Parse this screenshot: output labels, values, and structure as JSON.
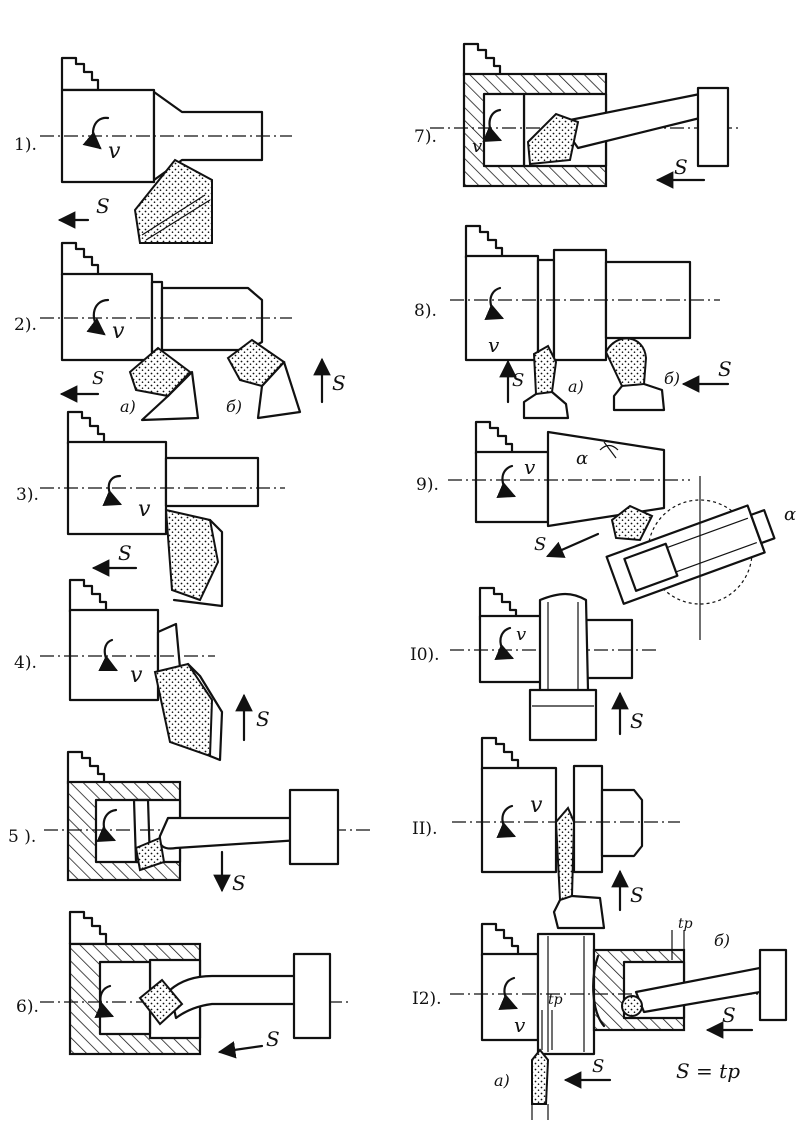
{
  "colors": {
    "ink": "#111111",
    "paper": "#ffffff"
  },
  "labels": {
    "n1": "1).",
    "n2": "2).",
    "n3": "3).",
    "n4": "4).",
    "n5": "5 ).",
    "n6": "6).",
    "n7": "7).",
    "n8": "8).",
    "n9": "9).",
    "n10": "I0).",
    "n11": "II).",
    "n12": "I2).",
    "v": "v",
    "s": "S",
    "a": "a)",
    "b": "б)",
    "alpha": "α",
    "tp": "tp",
    "formula": "S = tp"
  }
}
